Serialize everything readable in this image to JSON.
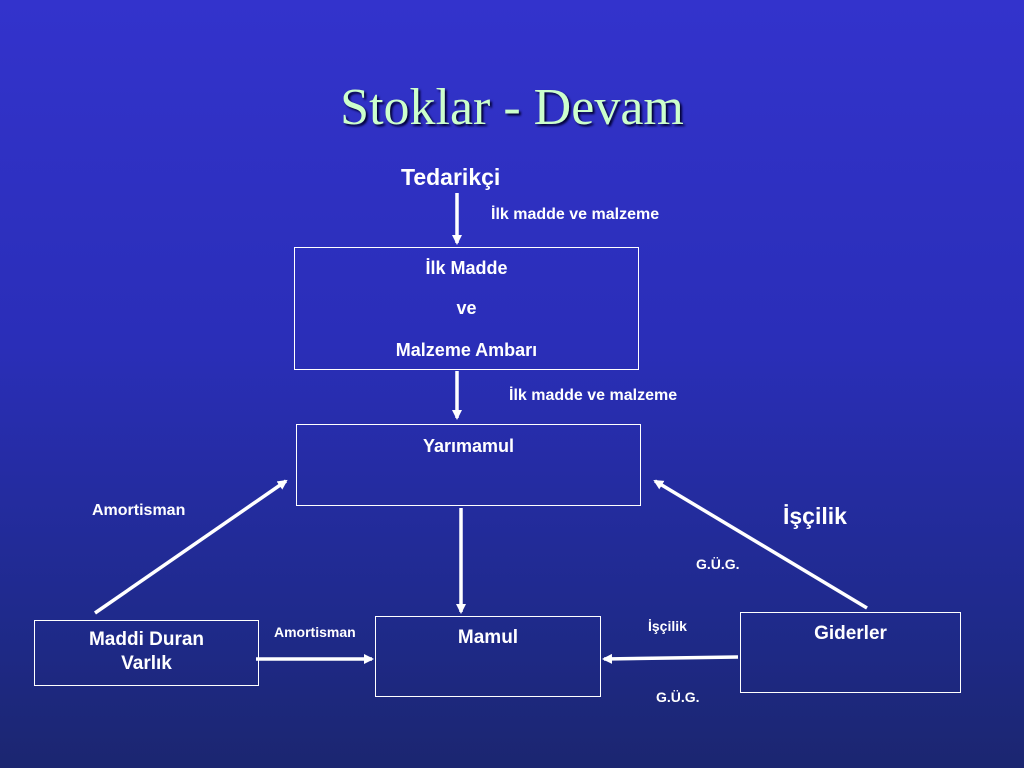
{
  "title": "Stoklar - Devam",
  "nodes": {
    "supplier": "Tedarikçi",
    "raw_store_line1": "İlk Madde",
    "raw_store_line2": "ve",
    "raw_store_line3": "Malzeme Ambarı",
    "semi_finished": "Yarımamul",
    "finished": "Mamul",
    "fixed_asset_line1": "Maddi Duran",
    "fixed_asset_line2": "Varlık",
    "expenses": "Giderler"
  },
  "edges": {
    "supplier_to_store": "İlk madde ve malzeme",
    "store_to_semi": "İlk madde ve malzeme",
    "asset_to_semi": "Amortisman",
    "asset_to_finished": "Amortisman",
    "labor_to_semi": "İşçilik",
    "overhead_to_semi": "G.Ü.G.",
    "labor_to_finished": "İşçilik",
    "overhead_to_finished": "G.Ü.G."
  }
}
